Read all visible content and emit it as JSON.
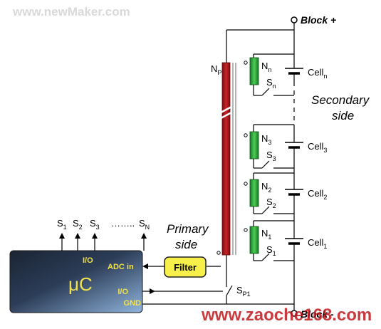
{
  "watermark_top": "www.newMaker.com",
  "watermark_bottom": "www.zaoche168.com",
  "block_plus": "Block +",
  "block_minus": "Block -",
  "primary": {
    "winding": "N",
    "winding_sub": "P",
    "line1": "Primary",
    "line2": "side"
  },
  "secondary": {
    "line1": "Secondary",
    "line2": "side"
  },
  "cells": [
    {
      "winding": "N",
      "winding_sub": "n",
      "switch": "S",
      "switch_sub": "n",
      "cell": "Cell",
      "cell_sub": "n"
    },
    {
      "winding": "N",
      "winding_sub": "3",
      "switch": "S",
      "switch_sub": "3",
      "cell": "Cell",
      "cell_sub": "3"
    },
    {
      "winding": "N",
      "winding_sub": "2",
      "switch": "S",
      "switch_sub": "2",
      "cell": "Cell",
      "cell_sub": "2"
    },
    {
      "winding": "N",
      "winding_sub": "1",
      "switch": "S",
      "switch_sub": "1",
      "cell": "Cell",
      "cell_sub": "1"
    }
  ],
  "uc": {
    "label": "μC",
    "io_top": "I/O",
    "adc": "ADC in",
    "io_bottom": "I/O",
    "gnd": "GND"
  },
  "filter": "Filter",
  "sp1": {
    "label": "S",
    "sub": "P1"
  },
  "outputs": [
    {
      "label": "S",
      "sub": "1"
    },
    {
      "label": "S",
      "sub": "2"
    },
    {
      "label": "S",
      "sub": "3"
    },
    {
      "label": "…….."
    },
    {
      "label": "S",
      "sub": "N"
    }
  ],
  "colors": {
    "primary_coil": "#b3171c",
    "secondary_coil": "#2aa838",
    "uc_box": "#2b3a4f",
    "filter_fill": "#f7f04a",
    "watermark_bottom": "#c0171c"
  }
}
